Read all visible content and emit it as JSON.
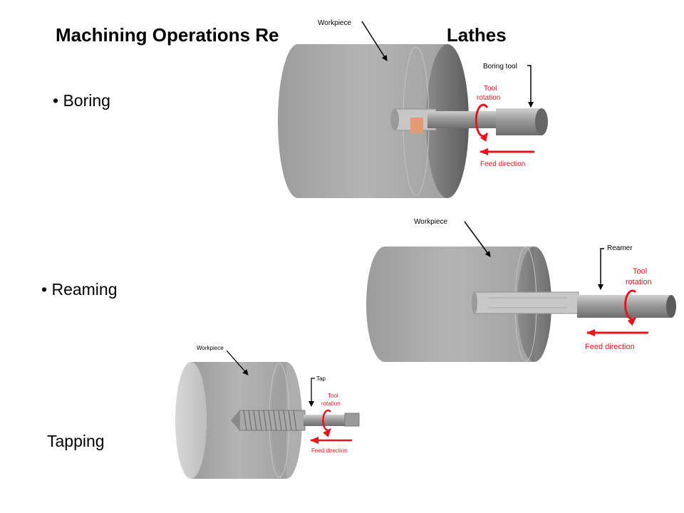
{
  "slide": {
    "title": "Machining Operations Related to Drilling on Lathes",
    "bullet_marker": "•",
    "items": [
      {
        "label": "Boring",
        "bullet": true
      },
      {
        "label": "Reaming",
        "bullet": true
      },
      {
        "label": "Tapping",
        "bullet": false
      }
    ]
  },
  "figures": {
    "boring": {
      "workpiece": "Workpiece",
      "tool": "Boring tool",
      "rotation_1": "Tool",
      "rotation_2": "rotation",
      "feed": "Feed direction"
    },
    "reaming": {
      "workpiece": "Workpiece",
      "tool": "Reamer",
      "rotation_1": "Tool",
      "rotation_2": "rotation",
      "feed": "Feed direction"
    },
    "tapping": {
      "workpiece": "Workpiece",
      "tool": "Tap",
      "rotation_1": "Tool",
      "rotation_2": "rotation",
      "feed": "Feed direction"
    }
  },
  "colors": {
    "annotation_red": "#e8141c",
    "body_gray": "#a6a6a6"
  }
}
